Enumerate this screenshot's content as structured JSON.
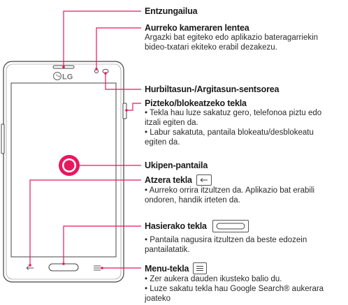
{
  "callouts": [
    {
      "id": "earpiece",
      "title": "Entzungailua",
      "lines": []
    },
    {
      "id": "front-camera",
      "title": "Aurreko kameraren lentea",
      "lines": [
        "Argazki bat egiteko edo aplikazio bateragarriekin",
        "bideo-txatari ekiteko erabil dezakezu."
      ]
    },
    {
      "id": "proximity-sensor",
      "title": "Hurbiltasun-/Argitasun-sentsorea",
      "lines": []
    },
    {
      "id": "power-key",
      "title": "Pizteko/blokeatzeko tekla",
      "lines": [
        "• Tekla hau luze sakatuz gero, telefonoa piztu edo",
        "itzali egiten da.",
        "• Labur sakatuta, pantaila blokeatu/desblokeatu",
        "egiten da."
      ]
    },
    {
      "id": "touch-screen",
      "title": "Ukipen-pantaila",
      "lines": []
    },
    {
      "id": "back-key",
      "title": "Atzera tekla",
      "icon": "back-icon",
      "lines": [
        "• Aurreko orrira itzultzen da. Aplikazio bat erabili",
        "ondoren, handik irteten da."
      ]
    },
    {
      "id": "home-key",
      "title": "Hasierako tekla",
      "icon": "home-icon",
      "lines": [
        "• Pantaila nagusira itzultzen da beste edozein",
        "pantailatatik."
      ]
    },
    {
      "id": "menu-key",
      "title": "Menu-tekla",
      "icon": "menu-icon",
      "lines": [
        "• Zer aukera dauden ikusteko balio du.",
        "• Luze sakatu tekla hau Google Search® aukerara",
        "joateko"
      ]
    }
  ],
  "phone": {
    "logo": "LG"
  },
  "colors": {
    "pointer": "#e8175d",
    "outline": "#444444",
    "text": "#1a1a1a"
  }
}
